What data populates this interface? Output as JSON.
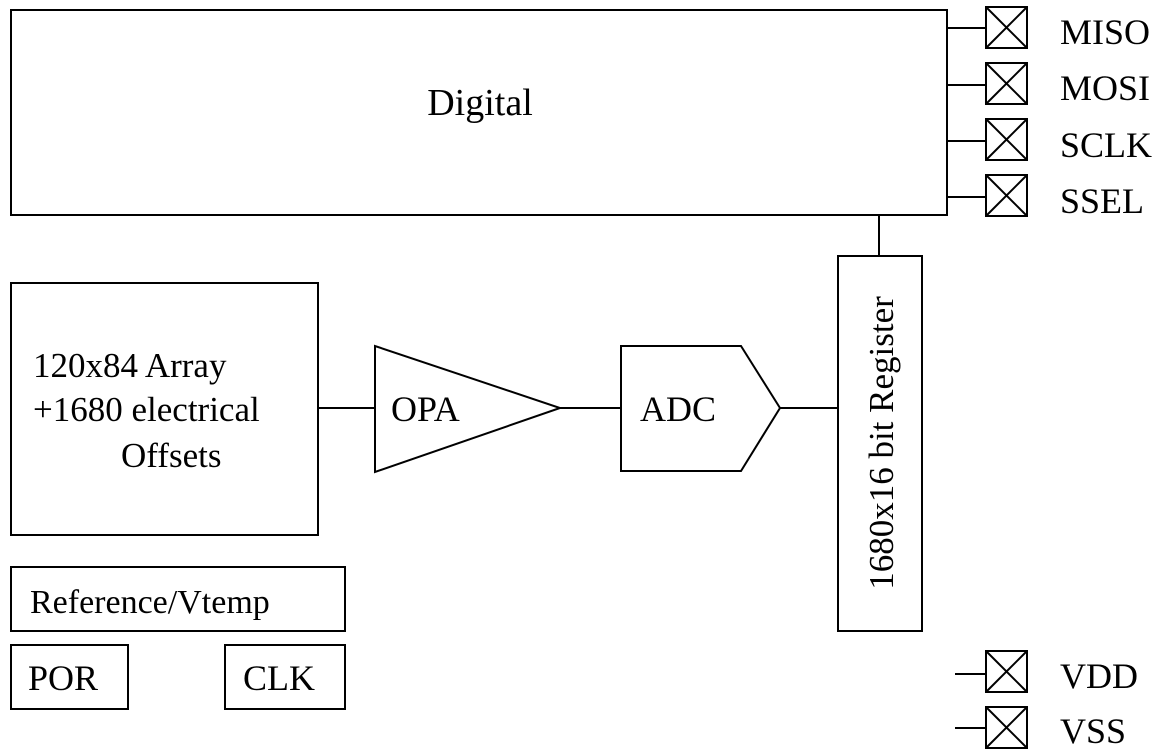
{
  "blocks": {
    "digital": "Digital",
    "array_line1": "120x84 Array",
    "array_line2": "+1680 electrical",
    "array_line3": "Offsets",
    "opa": "OPA",
    "adc": "ADC",
    "register": "1680x16 bit Register",
    "reference": "Reference/Vtemp",
    "por": "POR",
    "clk": "CLK"
  },
  "pins": {
    "miso": "MISO",
    "mosi": "MOSI",
    "sclk": "SCLK",
    "ssel": "SSEL",
    "vdd": "VDD",
    "vss": "VSS"
  }
}
